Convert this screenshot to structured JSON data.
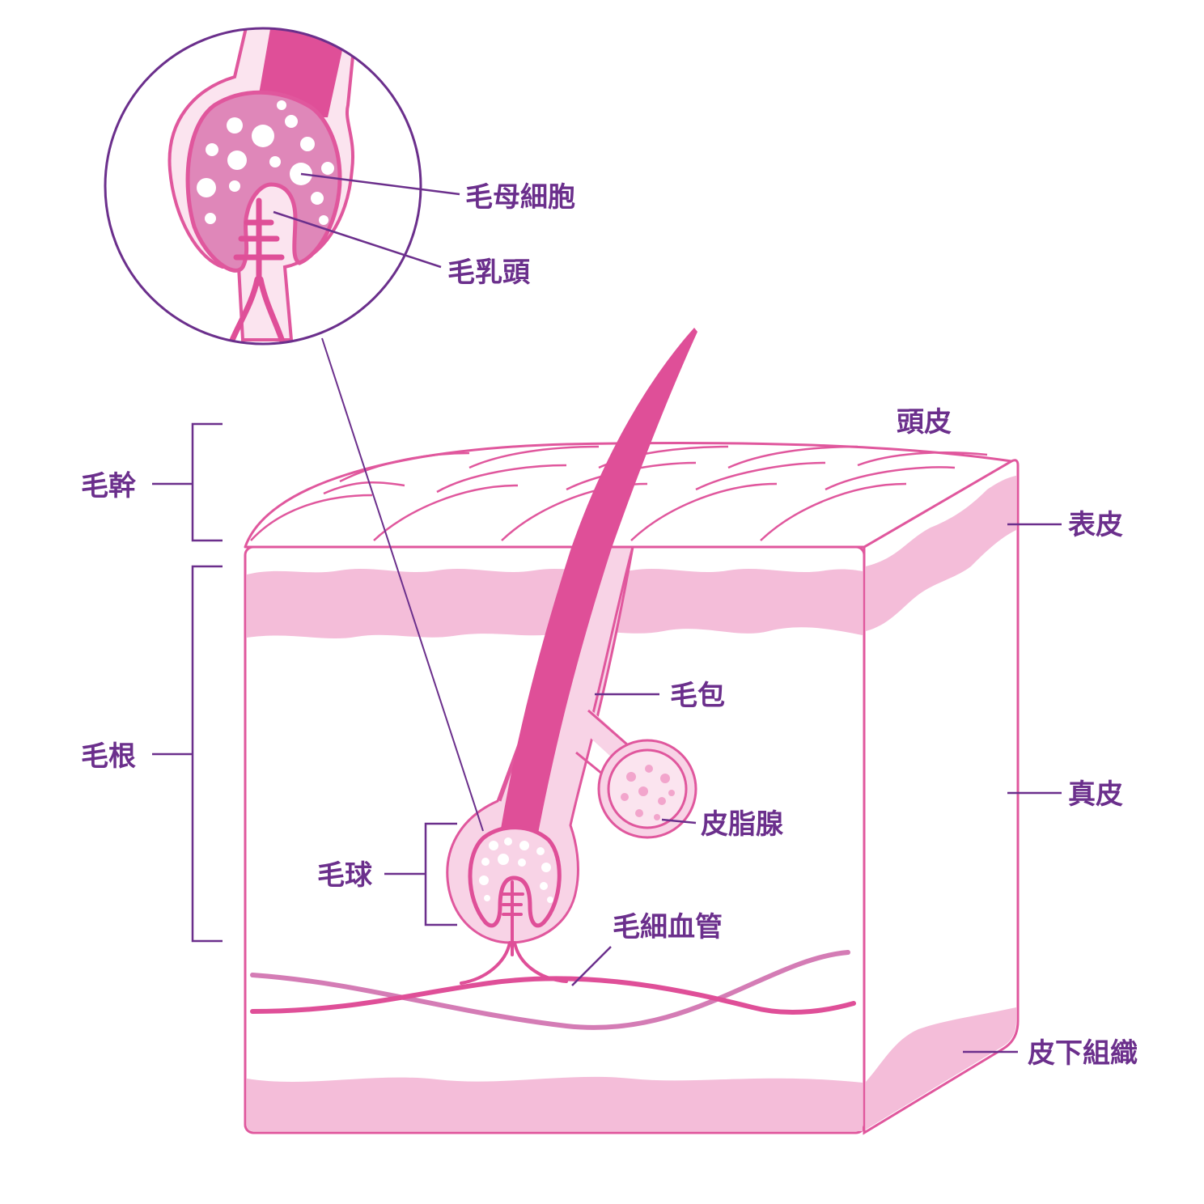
{
  "labels": {
    "hair_matrix_cells": "毛母細胞",
    "dermal_papilla": "毛乳頭",
    "scalp": "頭皮",
    "hair_shaft": "毛幹",
    "epidermis": "表皮",
    "hair_follicle": "毛包",
    "hair_root": "毛根",
    "dermis": "真皮",
    "sebaceous_gland": "皮脂腺",
    "hair_bulb": "毛球",
    "capillaries": "毛細血管",
    "subcutaneous_tissue": "皮下組織"
  },
  "colors": {
    "label_purple": "#6b2f8c",
    "outline_pink": "#e0579d",
    "hair_magenta": "#df4f98",
    "fill_light_pink": "#f4bdd9",
    "fill_pale_pink": "#fbe4ef",
    "vessel_mauve": "#d47cb5"
  }
}
